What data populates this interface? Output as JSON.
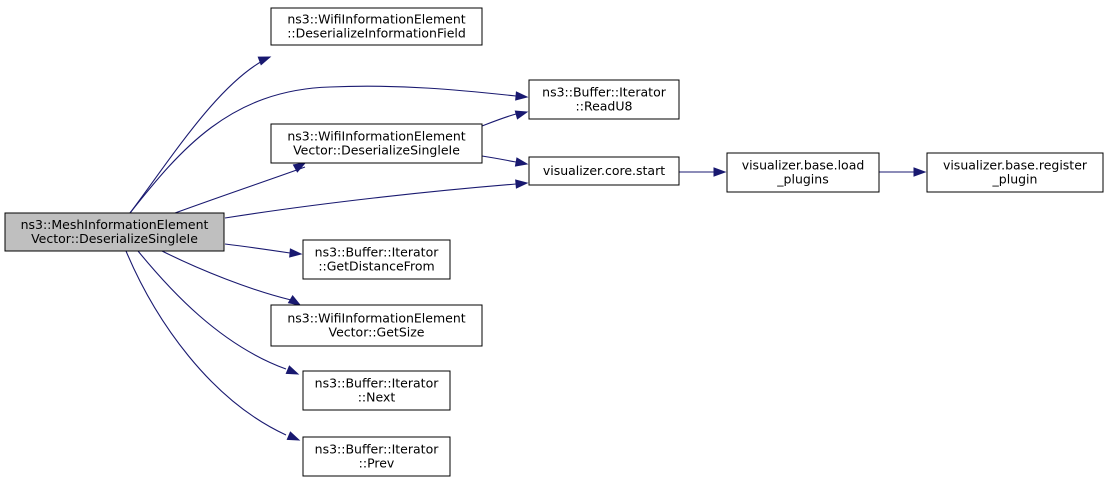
{
  "colors": {
    "edge": "#191970",
    "node_fill": "#ffffff",
    "root_fill": "#bfbfbf",
    "border": "#000000"
  },
  "graph": {
    "nodes": [
      {
        "id": "root",
        "root": true,
        "lines": [
          "ns3::MeshInformationElement",
          "Vector::DeserializeSingleIe"
        ]
      },
      {
        "id": "deser_info_field",
        "lines": [
          "ns3::WifiInformationElement",
          "::DeserializeInformationField"
        ]
      },
      {
        "id": "wifi_deser_single",
        "lines": [
          "ns3::WifiInformationElement",
          "Vector::DeserializeSingleIe"
        ]
      },
      {
        "id": "read_u8",
        "lines": [
          "ns3::Buffer::Iterator",
          "::ReadU8"
        ]
      },
      {
        "id": "core_start",
        "lines": [
          "visualizer.core.start"
        ]
      },
      {
        "id": "load_plugins",
        "lines": [
          "visualizer.base.load",
          "_plugins"
        ]
      },
      {
        "id": "register_plugin",
        "lines": [
          "visualizer.base.register",
          "_plugin"
        ]
      },
      {
        "id": "get_distance_from",
        "lines": [
          "ns3::Buffer::Iterator",
          "::GetDistanceFrom"
        ]
      },
      {
        "id": "get_size",
        "lines": [
          "ns3::WifiInformationElement",
          "Vector::GetSize"
        ]
      },
      {
        "id": "next",
        "lines": [
          "ns3::Buffer::Iterator",
          "::Next"
        ]
      },
      {
        "id": "prev",
        "lines": [
          "ns3::Buffer::Iterator",
          "::Prev"
        ]
      }
    ],
    "edges": [
      {
        "from": "root",
        "to": "deser_info_field"
      },
      {
        "from": "root",
        "to": "read_u8"
      },
      {
        "from": "root",
        "to": "wifi_deser_single"
      },
      {
        "from": "root",
        "to": "core_start"
      },
      {
        "from": "root",
        "to": "get_distance_from"
      },
      {
        "from": "root",
        "to": "get_size"
      },
      {
        "from": "root",
        "to": "next"
      },
      {
        "from": "root",
        "to": "prev"
      },
      {
        "from": "wifi_deser_single",
        "to": "read_u8"
      },
      {
        "from": "wifi_deser_single",
        "to": "core_start"
      },
      {
        "from": "core_start",
        "to": "load_plugins"
      },
      {
        "from": "load_plugins",
        "to": "register_plugin"
      }
    ]
  }
}
